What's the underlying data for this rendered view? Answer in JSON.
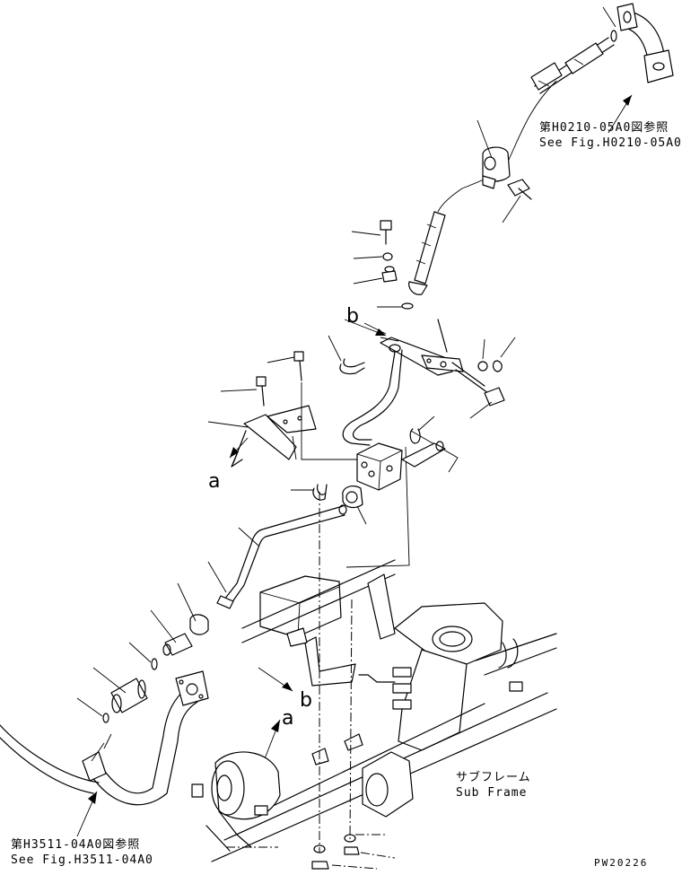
{
  "references": {
    "top_right": {
      "jp": "第H0210-05A0図参照",
      "en": "See Fig.H0210-05A0"
    },
    "bottom_left": {
      "jp": "第H3511-04A0図参照",
      "en": "See Fig.H3511-04A0"
    },
    "subframe": {
      "jp": "サブフレーム",
      "en": "Sub Frame"
    }
  },
  "view_marks": {
    "a_left": "a",
    "a_lower": "a",
    "b_upper": "b",
    "b_lower": "b"
  },
  "drawing_code": "PW20226",
  "colors": {
    "line": "#000000",
    "background": "#ffffff"
  }
}
